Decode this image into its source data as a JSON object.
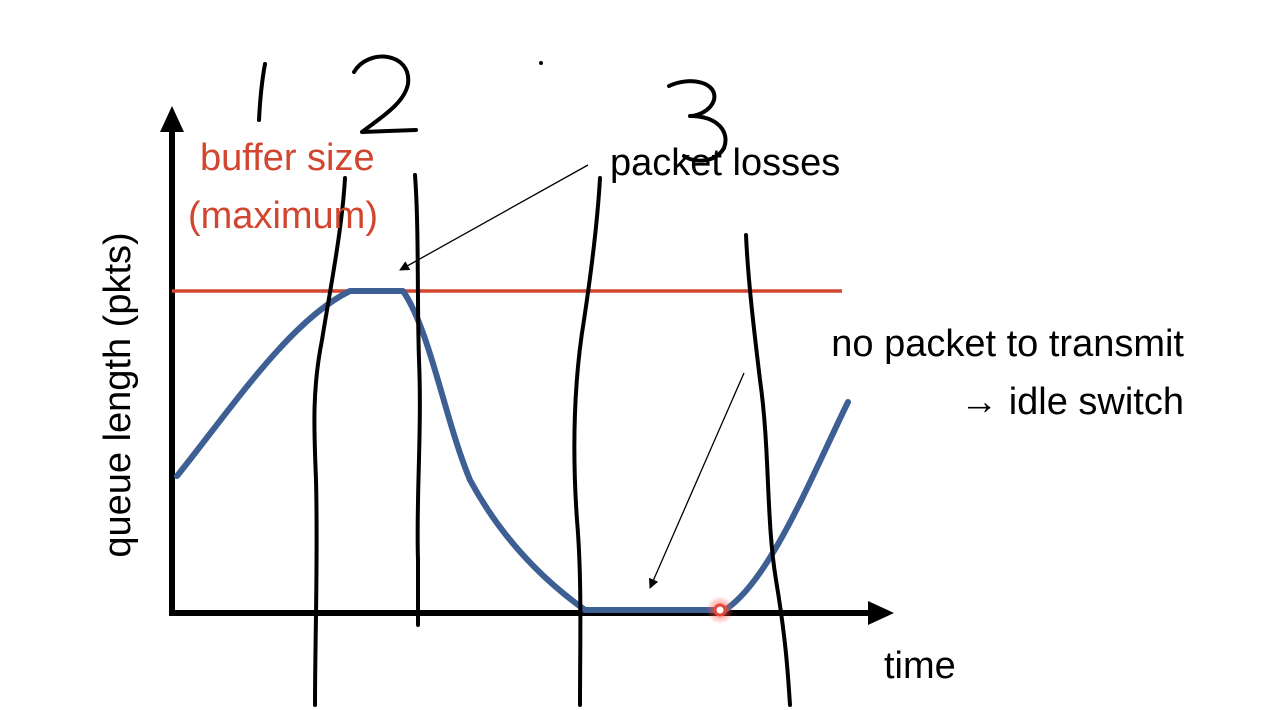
{
  "diagram": {
    "buffer_label_line1": "buffer size",
    "buffer_label_line2": "(maximum)",
    "packet_losses_label": "packet losses",
    "idle_label_line1": "no packet to transmit",
    "idle_label_line2": "→ idle switch",
    "y_axis_label": "queue length (pkts)",
    "x_axis_label": "time",
    "annotations": [
      "1",
      "2",
      "3"
    ]
  },
  "colors": {
    "background": "#ffffff",
    "axis": "#000000",
    "buffer_line": "#d2452f",
    "queue_curve": "#3e5f93",
    "handwriting": "#000000",
    "idle_marker": "#e8483a"
  }
}
